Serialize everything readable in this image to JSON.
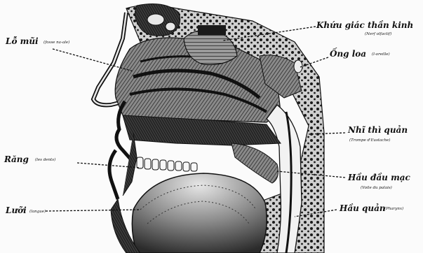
{
  "labels": {
    "nostril": {
      "name": "Lỗ mũi",
      "sub": "(fosse na-ale)"
    },
    "olfactory": {
      "name": "Khứu giác thần kinh",
      "sub": "(Nerf olfactif)"
    },
    "ear_canal": {
      "name": "Ống loa",
      "sub": "(l-oreille)"
    },
    "eustachian": {
      "name": "Nhĩ thì quản",
      "sub": "(Trompe d'Eustache)"
    },
    "teeth": {
      "name": "Răng",
      "sub": "(les dents)"
    },
    "soft_palate": {
      "name": "Hầu đầu mạc",
      "sub": "(Voile du palais)"
    },
    "tongue": {
      "name": "Lưỡi",
      "sub": "(langue)"
    },
    "pharynx": {
      "name": "Hầu quản",
      "sub": "(Pharynx)"
    }
  },
  "colors": {
    "ink": "#111111",
    "paper": "#fbfbfb",
    "tissue": "#555555"
  }
}
